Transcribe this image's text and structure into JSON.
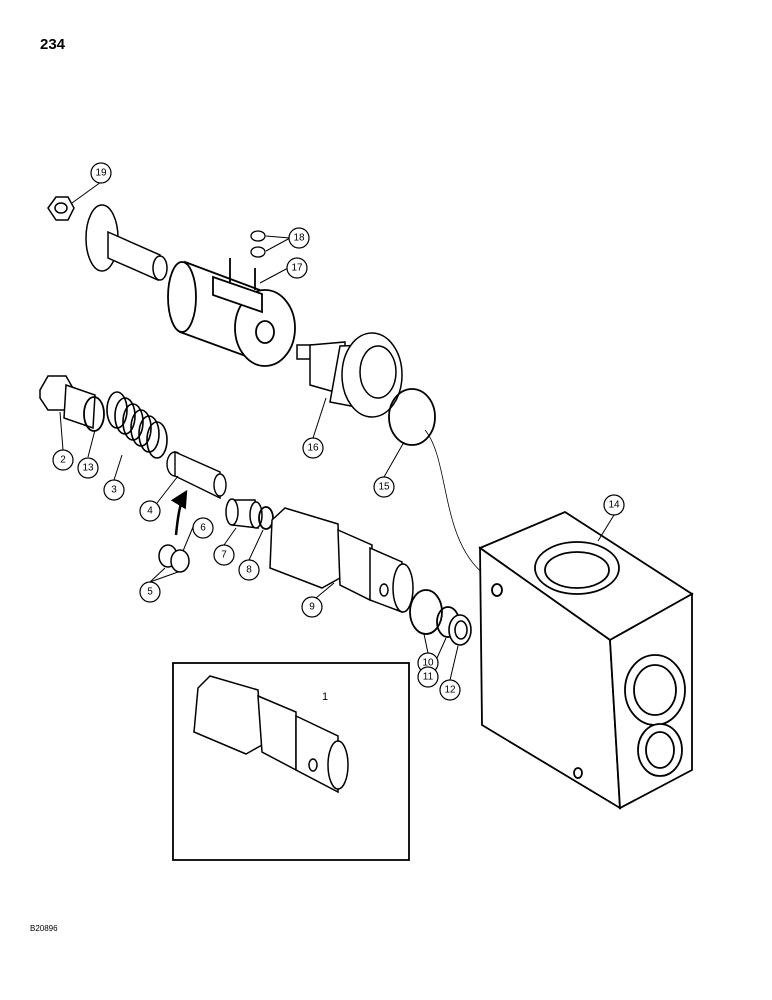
{
  "page": {
    "number": "234",
    "figure_code": "B20896"
  },
  "inset": {
    "label": "1"
  },
  "callouts": [
    "19",
    "18",
    "17",
    "16",
    "15",
    "2",
    "13",
    "3",
    "4",
    "6",
    "5",
    "7",
    "8",
    "9",
    "10",
    "11",
    "12",
    "14"
  ]
}
